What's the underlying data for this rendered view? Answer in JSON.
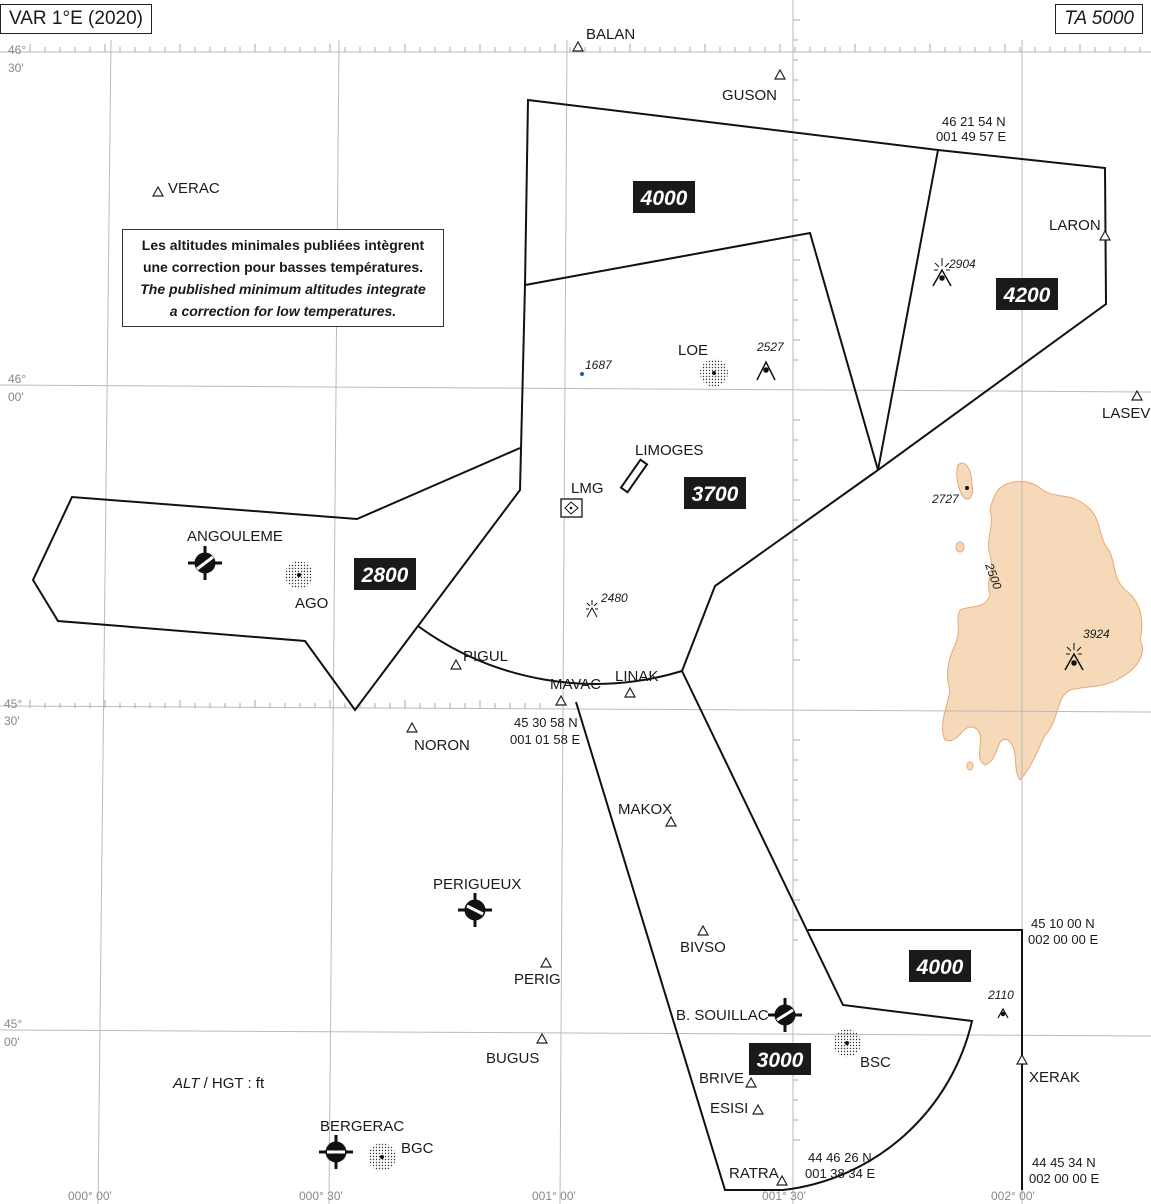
{
  "header": {
    "title": "VAR 1°E (2020)",
    "ta": "TA  5000"
  },
  "note": {
    "fr_line1": "Les altitudes minimales publiées intègrent",
    "fr_line2": "une correction pour basses températures.",
    "en_line1": "The published minimum altitudes integrate",
    "en_line2": "a correction for low temperatures."
  },
  "units": {
    "alt": "ALT",
    "rest": " / HGT : ft"
  },
  "graticule": {
    "lat_46_30": [
      "46°",
      "30'"
    ],
    "lat_46_00": [
      "46°",
      "00'"
    ],
    "lat_45_30": [
      "45°",
      "30'"
    ],
    "lat_45_00": [
      "45°",
      "00'"
    ],
    "lon_000_00": "000° 00'",
    "lon_000_30": "000° 30'",
    "lon_001_00": "001° 00'",
    "lon_001_30": "001° 30'",
    "lon_002_00": "002° 00'"
  },
  "sectors": {
    "north": "4000",
    "northeast": "4200",
    "central": "3700",
    "west": "2800",
    "south": "3000",
    "southeast": "4000"
  },
  "waypoints": {
    "balan": "BALAN",
    "guson": "GUSON",
    "verac": "VERAC",
    "laron": "LARON",
    "lasev": "LASEV",
    "pigul": "PIGUL",
    "mavac": "MAVAC",
    "linak": "LINAK",
    "noron": "NORON",
    "makox": "MAKOX",
    "bivso": "BIVSO",
    "perig": "PERIG",
    "bugus": "BUGUS",
    "brive": "BRIVE",
    "esisi": "ESISI",
    "ratra": "RATRA",
    "xerak": "XERAK"
  },
  "aerodromes": {
    "angouleme": "ANGOULEME",
    "limoges": "LIMOGES",
    "perigueux": "PERIGUEUX",
    "souillac": "B. SOUILLAC",
    "bergerac": "BERGERAC"
  },
  "navaids": {
    "ago": "AGO",
    "loe": "LOE",
    "lmg": "LMG",
    "bsc": "BSC",
    "bgc": "BGC"
  },
  "elevations": {
    "e1687": "1687",
    "e2527": "2527",
    "e2904": "2904",
    "e2727": "2727",
    "e2480": "2480",
    "e3924": "3924",
    "e2110": "2110",
    "contour": "2500"
  },
  "coordinates": {
    "c1_lat": "46 21 54 N",
    "c1_lon": "001 49 57 E",
    "c2_lat": "45 30 58 N",
    "c2_lon": "001 01 58 E",
    "c3_lat": "45 10 00 N",
    "c3_lon": "002 00 00 E",
    "c4_lat": "44 46 26 N",
    "c4_lon": "001 38 34 E",
    "c5_lat": "44 45 34 N",
    "c5_lon": "002 00 00 E"
  },
  "colors": {
    "terrain": "#f6d9b8",
    "terrain_edge": "#e8a878",
    "sector_label_bg": "#1a1a1a",
    "point": "#1f5fb0"
  }
}
